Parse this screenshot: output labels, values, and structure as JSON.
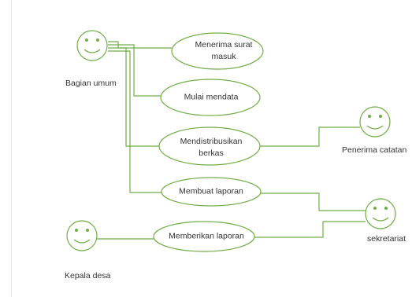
{
  "colors": {
    "stroke": "#70ad47",
    "text": "#333333",
    "background": "#ffffff"
  },
  "actors": {
    "bagian_umum": "Bagian umum",
    "penerima_catatan": "Penerima catatan",
    "sekretariat": "sekretariat",
    "kepala_desa": "Kepala desa"
  },
  "use_cases": {
    "menerima_surat": {
      "line1": "Menerima surat",
      "line2": "masuk"
    },
    "mulai_mendata": {
      "line1": "Mulai mendata"
    },
    "mendistribusikan": {
      "line1": "Mendistribusikan",
      "line2": "berkas"
    },
    "membuat_laporan": {
      "line1": "Membuat laporan"
    },
    "memberikan_laporan": {
      "line1": "Memberikan laporan"
    }
  }
}
